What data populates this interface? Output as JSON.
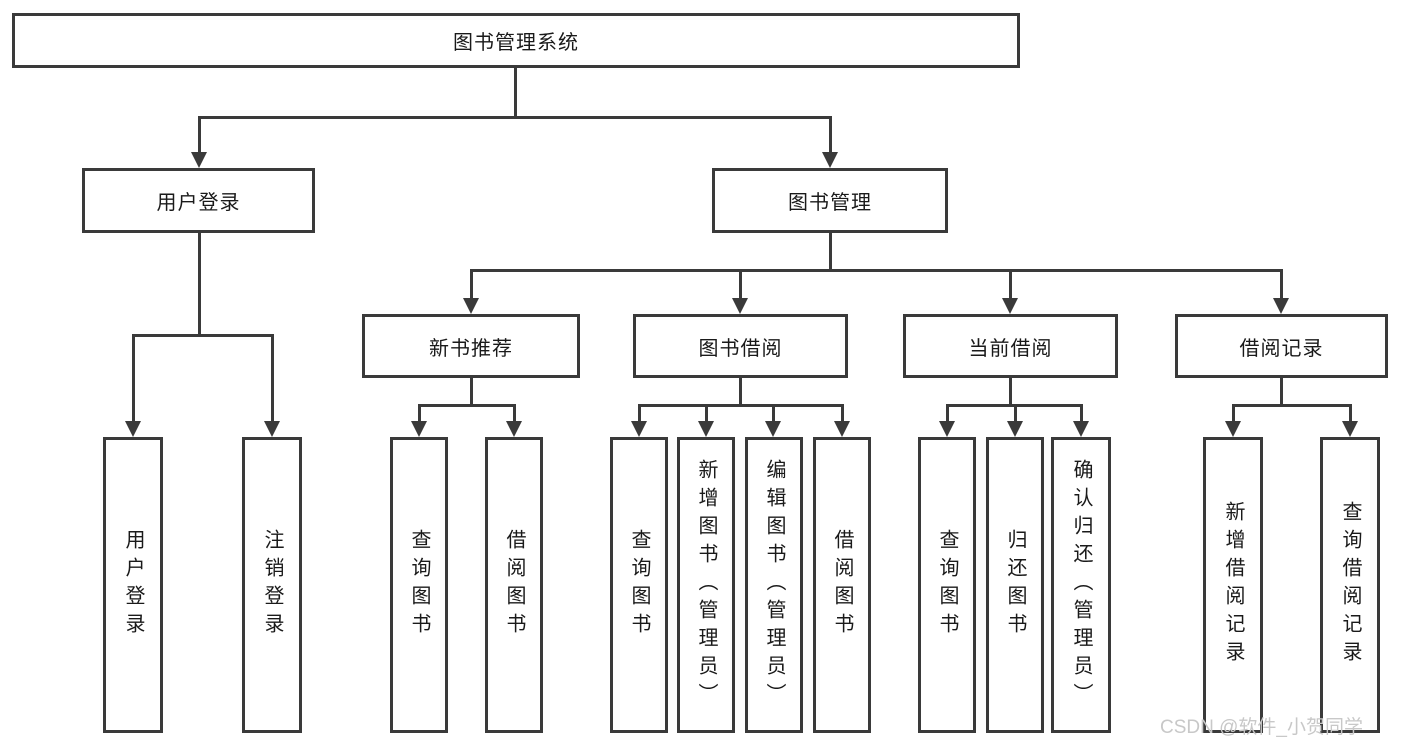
{
  "tree": {
    "root": {
      "label": "图书管理系统",
      "children": [
        {
          "label": "用户登录",
          "children": [
            {
              "label": "用户登录"
            },
            {
              "label": "注销登录"
            }
          ]
        },
        {
          "label": "图书管理",
          "children": [
            {
              "label": "新书推荐",
              "children": [
                {
                  "label": "查询图书"
                },
                {
                  "label": "借阅图书"
                }
              ]
            },
            {
              "label": "图书借阅",
              "children": [
                {
                  "label": "查询图书"
                },
                {
                  "label": "新增图书（管理员）"
                },
                {
                  "label": "编辑图书（管理员）"
                },
                {
                  "label": "借阅图书"
                }
              ]
            },
            {
              "label": "当前借阅",
              "children": [
                {
                  "label": "查询图书"
                },
                {
                  "label": "归还图书"
                },
                {
                  "label": "确认归还（管理员）"
                }
              ]
            },
            {
              "label": "借阅记录",
              "children": [
                {
                  "label": "新增借阅记录"
                },
                {
                  "label": "查询借阅记录"
                }
              ]
            }
          ]
        }
      ]
    }
  },
  "watermark": {
    "text": "CSDN @软件_小贺同学"
  },
  "colors": {
    "line": "#3a3a3a",
    "box_border": "#3a3a3a",
    "text": "#1a1a1a",
    "watermark": "#c8c8c8",
    "background": "#ffffff"
  }
}
